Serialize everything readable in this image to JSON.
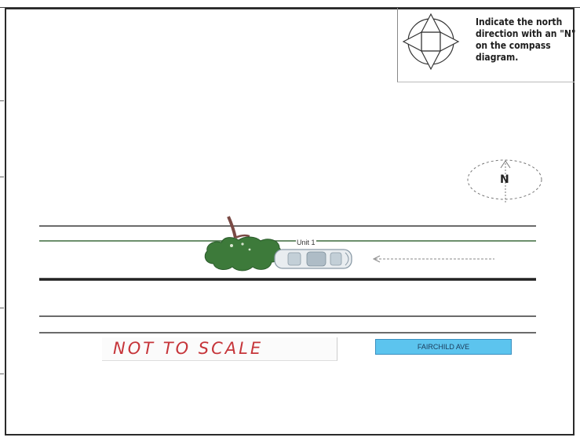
{
  "compass": {
    "instruction": "Indicate the north direction with an \"N\" on the compass diagram.",
    "north_letter": "N"
  },
  "vehicle": {
    "label": "Unit 1"
  },
  "scale_note": "NOT TO SCALE",
  "street_label": "FAIRCHILD AVE",
  "colors": {
    "scale_text": "#c6353a",
    "street_fill": "#5cc4ee",
    "tree": "#3d7a3a"
  }
}
